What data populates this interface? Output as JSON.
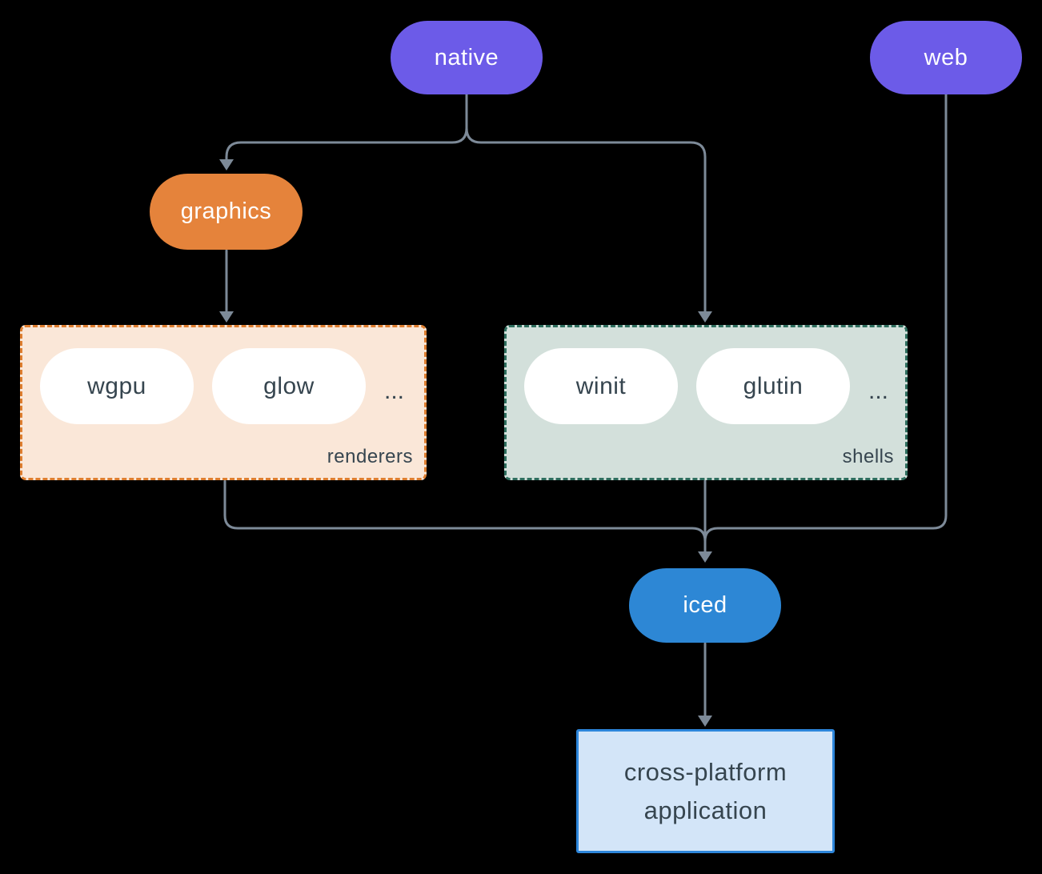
{
  "diagram": {
    "nodes": {
      "native": {
        "label": "native"
      },
      "web": {
        "label": "web"
      },
      "graphics": {
        "label": "graphics"
      },
      "iced": {
        "label": "iced"
      },
      "application": {
        "line1": "cross-platform",
        "line2": "application"
      }
    },
    "groups": {
      "renderers": {
        "label": "renderers",
        "items": [
          "wgpu",
          "glow"
        ],
        "ellipsis": "..."
      },
      "shells": {
        "label": "shells",
        "items": [
          "winit",
          "glutin"
        ],
        "ellipsis": "..."
      }
    },
    "colors": {
      "background": "#000000",
      "node_purple": "#6C5BE8",
      "node_orange": "#E5833B",
      "node_blue": "#2D87D5",
      "renderers_bg": "#FAE7D8",
      "renderers_border": "#DE7E2F",
      "shells_bg": "#D3E0DB",
      "shells_border": "#2E6E5E",
      "pill_bg": "#FFFFFF",
      "dark_text": "#36454F",
      "light_text": "#FFFFFF",
      "app_bg": "#D3E5F8",
      "app_border": "#2D86DB",
      "connector": "#7D8A98"
    }
  }
}
